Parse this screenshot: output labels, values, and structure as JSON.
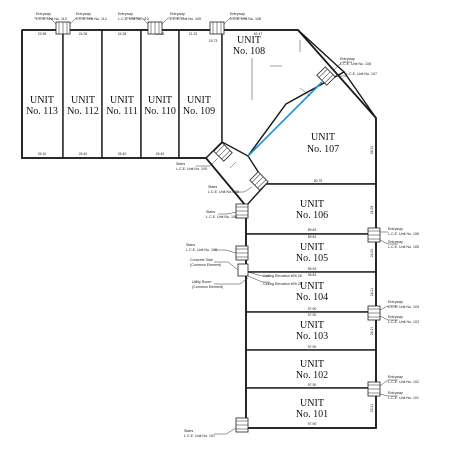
{
  "units": [
    {
      "id": "113",
      "unit": "UNIT",
      "number": "No. 113"
    },
    {
      "id": "112",
      "unit": "UNIT",
      "number": "No. 112"
    },
    {
      "id": "111",
      "unit": "UNIT",
      "number": "No. 111"
    },
    {
      "id": "110",
      "unit": "UNIT",
      "number": "No. 110"
    },
    {
      "id": "109",
      "unit": "UNIT",
      "number": "No. 109"
    },
    {
      "id": "108",
      "unit": "UNIT",
      "number": "No. 108"
    },
    {
      "id": "107",
      "unit": "UNIT",
      "number": "No. 107"
    },
    {
      "id": "106",
      "unit": "UNIT",
      "number": "No. 106"
    },
    {
      "id": "105",
      "unit": "UNIT",
      "number": "No. 105"
    },
    {
      "id": "104",
      "unit": "UNIT",
      "number": "No. 104"
    },
    {
      "id": "103",
      "unit": "UNIT",
      "number": "No. 103"
    },
    {
      "id": "102",
      "unit": "UNIT",
      "number": "No. 102"
    },
    {
      "id": "101",
      "unit": "UNIT",
      "number": "No. 101"
    }
  ],
  "top_dimensions": [
    "23.98",
    "24.28",
    "24.28",
    "24.28",
    "21.23",
    "18.73",
    "62.47"
  ],
  "bottom_dimensions": [
    "26.10",
    "26.40",
    "26.40",
    "26.40"
  ],
  "unit_dimensions": [
    "80.75",
    "89.83",
    "89.83",
    "95.93",
    "96.83",
    "97.90",
    "97.90",
    "97.90",
    "97.90",
    "97.90"
  ],
  "side_dimensions": [
    "28.91",
    "24.29",
    "24.22",
    "24.21",
    "24.21",
    "25.21"
  ],
  "callouts": {
    "entryway_label": "Entryway",
    "stairs_label": "Stairs",
    "lce_113": "L.C.E. Unit No. 113",
    "lce_112": "L.C.E. Unit No. 112",
    "lce_110": "L.C.E. Unit No. 110",
    "lce_109": "L.C.E. Unit No. 109",
    "lce_108": "L.C.E. Unit No. 108",
    "lce_107": "L.C.E. Unit No. 107",
    "lce_106": "L.C.E. Unit No. 106",
    "lce_105": "L.C.E. Unit No. 105",
    "lce_104": "L.C.E. Unit No. 104",
    "lce_103": "L.C.E. Unit No. 103",
    "lce_102": "L.C.E. Unit No. 102",
    "lce_101": "L.C.E. Unit No. 101",
    "concrete_slab": "Concrete Slab",
    "common_element": "(Common Element)",
    "utility_room": "Utility Room",
    "ceiling_elev_1": "Ceiling Elevation 609.28",
    "ceiling_elev_2": "Ceiling Elevation 609.28"
  }
}
